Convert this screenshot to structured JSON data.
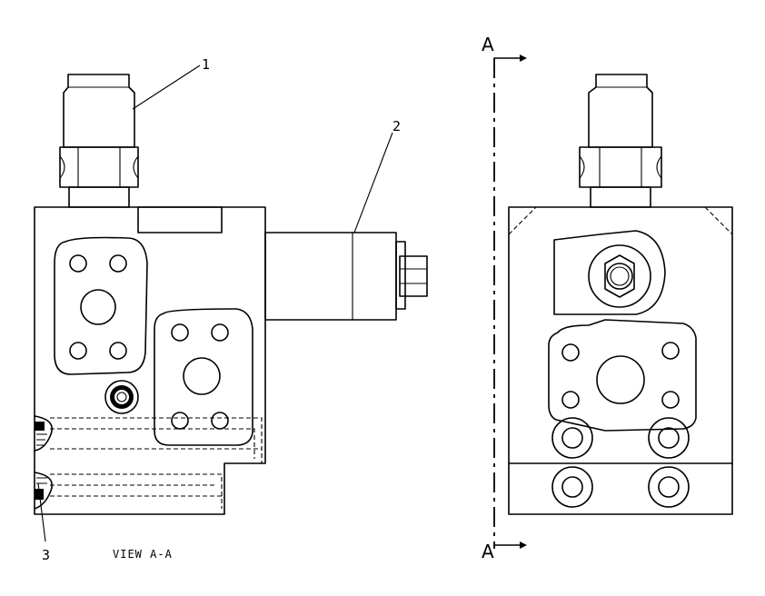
{
  "callouts": [
    {
      "id": "1",
      "label": "1"
    },
    {
      "id": "2",
      "label": "2"
    },
    {
      "id": "3",
      "label": "3"
    }
  ],
  "view_caption": "VIEW A-A",
  "section_marks": {
    "top": "A",
    "bottom": "A"
  }
}
